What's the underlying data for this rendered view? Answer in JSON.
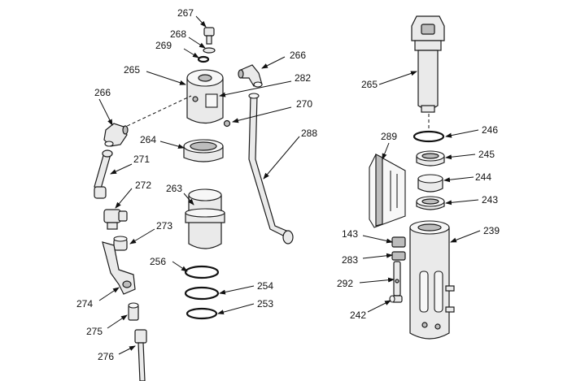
{
  "callouts": {
    "c267": "267",
    "c268": "268",
    "c269": "269",
    "c266a": "266",
    "c265a": "265",
    "c282": "282",
    "c266b": "266",
    "c270": "270",
    "c288": "288",
    "c264": "264",
    "c271": "271",
    "c272": "272",
    "c263": "263",
    "c273": "273",
    "c256": "256",
    "c254": "254",
    "c253": "253",
    "c274": "274",
    "c275": "275",
    "c276": "276",
    "c265b": "265",
    "c246": "246",
    "c289": "289",
    "c245": "245",
    "c244": "244",
    "c243": "243",
    "c239": "239",
    "c143": "143",
    "c283": "283",
    "c292": "292",
    "c242": "242"
  }
}
